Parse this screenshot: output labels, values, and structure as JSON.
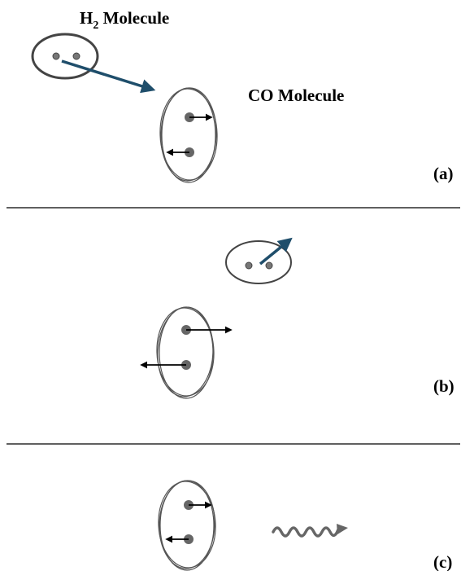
{
  "labels": {
    "h2_prefix": "H",
    "h2_subscript": "2",
    "h2_suffix": " Molecule",
    "co_molecule": "CO  Molecule"
  },
  "panels": [
    {
      "id": "a",
      "tag": "(a)"
    },
    {
      "id": "b",
      "tag": "(b)"
    },
    {
      "id": "c",
      "tag": "(c)"
    }
  ],
  "colors": {
    "outline": "#444444",
    "atom": "#666666",
    "h2_arrow": "#1f4e6b",
    "vibration_arrow": "#000000",
    "photon": "#666666",
    "divider": "#000000"
  },
  "icons": {
    "photon": "wavy-photon-arrow-icon"
  }
}
